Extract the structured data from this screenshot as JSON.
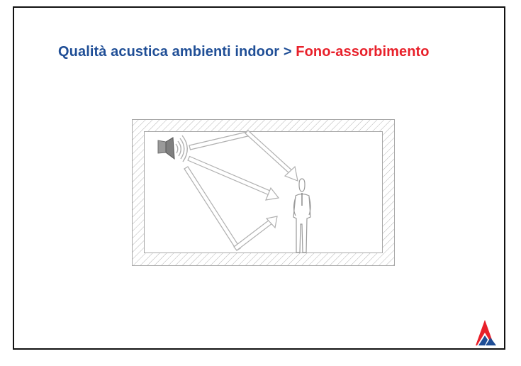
{
  "slide": {
    "title": {
      "topic": "Qualità acustica ambienti indoor",
      "separator": " > ",
      "subtopic": "Fono-assorbimento"
    }
  },
  "diagram": {
    "elements": {
      "room": "hatched-wall-room",
      "source": "loudspeaker-icon",
      "listener": "person-figure",
      "paths": [
        "direct-sound-path",
        "reflected-path-ceiling",
        "reflected-path-floor"
      ]
    }
  },
  "colors": {
    "title_blue": "#1f4e96",
    "title_red": "#e8202a",
    "logo_red": "#e8202a",
    "logo_blue": "#1f4e96",
    "line": "#b5b5b5"
  }
}
